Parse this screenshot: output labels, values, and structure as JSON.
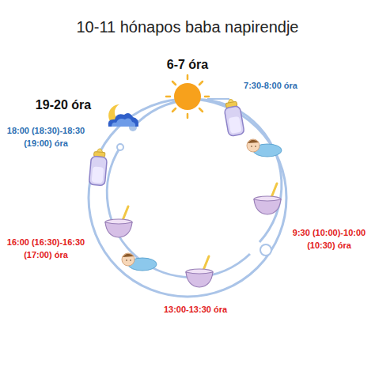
{
  "diagram": {
    "title": "10-11 hónapos baba napirendje",
    "labels": [
      "6-7 óra",
      "7:30-8:00 óra",
      "19-20 óra",
      "18:00 (18:30)-18:30 (19:00) óra",
      "9:30 (10:00)-10:00 (10:30) óra",
      "16:00 (16:30)-16:30 (17:00) óra",
      "13:00-13:30 óra"
    ]
  }
}
